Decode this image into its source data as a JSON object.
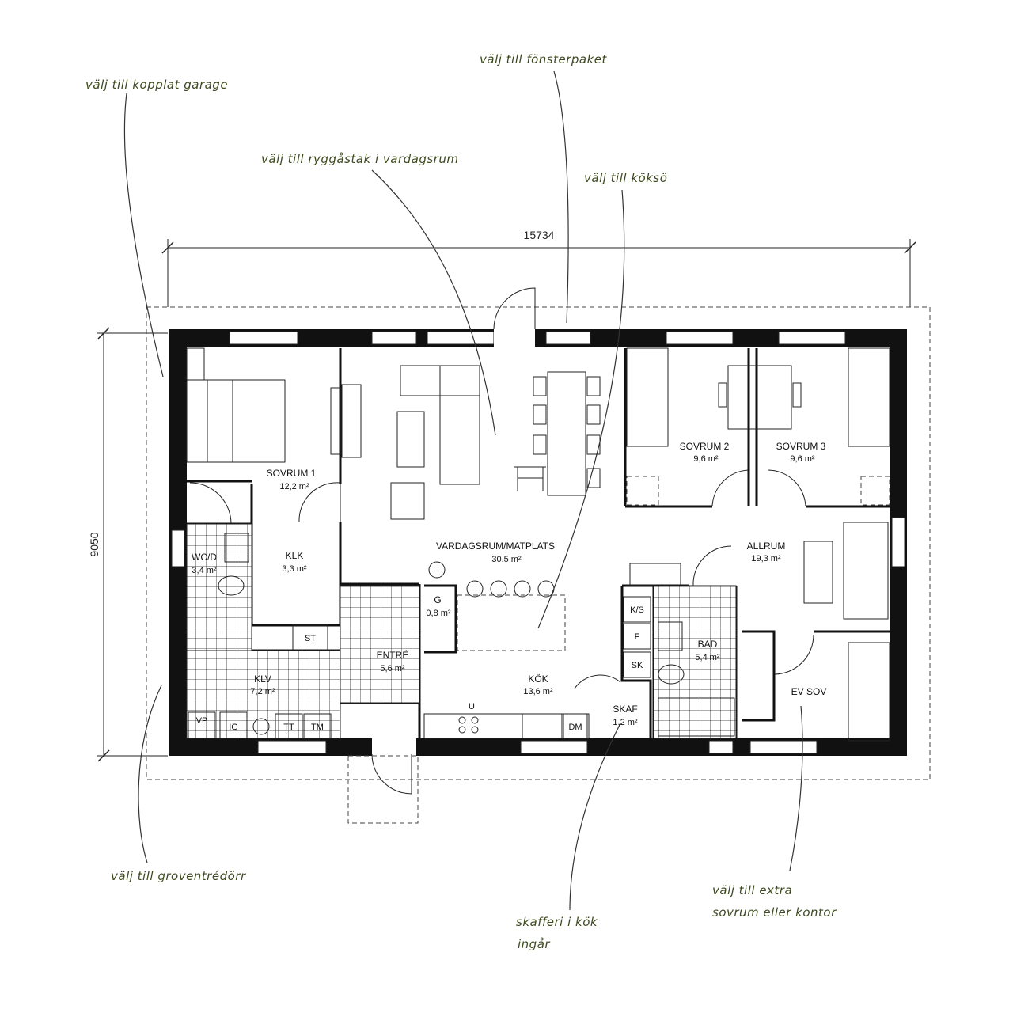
{
  "dimensions": {
    "width": "15734",
    "height": "9050"
  },
  "rooms": {
    "sovrum1": {
      "name": "SOVRUM 1",
      "area": "12,2 m²"
    },
    "wcd": {
      "name": "WC/D",
      "area": "3,4 m²"
    },
    "klk": {
      "name": "KLK",
      "area": "3,3 m²"
    },
    "klv": {
      "name": "KLV",
      "area": "7,2 m²"
    },
    "entre": {
      "name": "ENTRÉ",
      "area": "5,6 m²"
    },
    "g": {
      "name": "G",
      "area": "0,8 m²"
    },
    "vardagsrum": {
      "name": "VARDAGSRUM/MATPLATS",
      "area": "30,5 m²"
    },
    "kok": {
      "name": "KÖK",
      "area": "13,6 m²"
    },
    "skaf": {
      "name": "SKAF",
      "area": "1,2 m²"
    },
    "sovrum2": {
      "name": "SOVRUM 2",
      "area": "9,6 m²"
    },
    "sovrum3": {
      "name": "SOVRUM 3",
      "area": "9,6 m²"
    },
    "allrum": {
      "name": "ALLRUM",
      "area": "19,3 m²"
    },
    "bad": {
      "name": "BAD",
      "area": "5,4 m²"
    },
    "evsov": {
      "name": "EV SOV"
    }
  },
  "fixtures": {
    "st": "ST",
    "vp": "VP",
    "tt": "TT",
    "tm": "TM",
    "ig": "IG",
    "u": "U",
    "dm": "DM",
    "ks": "K/S",
    "f": "F",
    "sk": "SK"
  },
  "annotations": {
    "garage": "välj till kopplat garage",
    "fonster": "välj till fönsterpaket",
    "ryggas": "välj till ryggåstak i vardagsrum",
    "koks": "välj till köksö",
    "groventre": "välj till groventrédörr",
    "skafferi_line1": "skafferi i kök",
    "skafferi_line2": "ingår",
    "extra_line1": "välj till extra",
    "extra_line2": "sovrum eller kontor"
  },
  "colors": {
    "wall": "#111111",
    "annotation": "#3d4a1f",
    "line": "#222222"
  }
}
